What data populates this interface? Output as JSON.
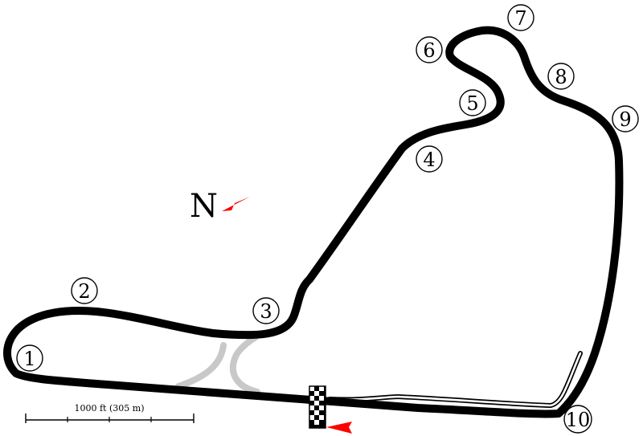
{
  "map": {
    "compass": {
      "letter": "N",
      "arrow_color": "#ff0000"
    },
    "scale": {
      "label": "1000 ft (305 m)"
    },
    "start_direction_arrow_color": "#ff0000",
    "track_color": "#000000",
    "runoff_color": "#c8c8c8",
    "corners": [
      {
        "id": "1",
        "label": "1"
      },
      {
        "id": "2",
        "label": "2"
      },
      {
        "id": "3",
        "label": "3"
      },
      {
        "id": "4",
        "label": "4"
      },
      {
        "id": "5",
        "label": "5"
      },
      {
        "id": "6",
        "label": "6"
      },
      {
        "id": "7",
        "label": "7"
      },
      {
        "id": "8",
        "label": "8"
      },
      {
        "id": "9",
        "label": "9"
      },
      {
        "id": "10",
        "label": "10"
      }
    ]
  }
}
